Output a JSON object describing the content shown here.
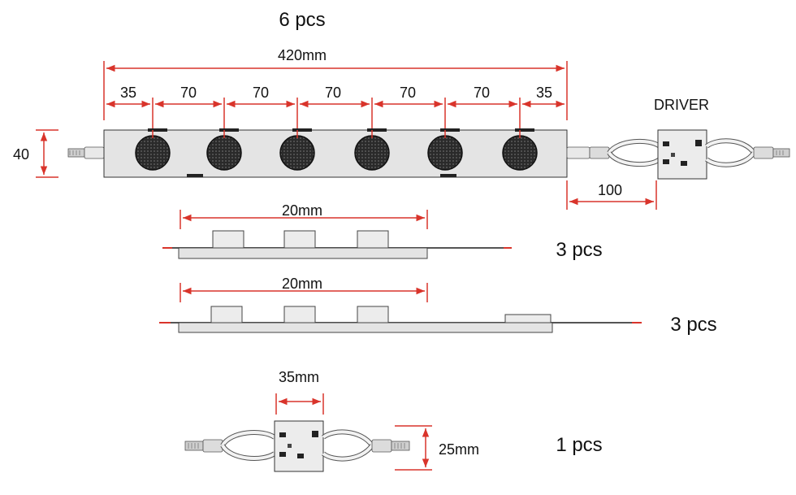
{
  "module_strip": {
    "quantity": "6 pcs",
    "total_length": "420mm",
    "segments": [
      "35",
      "70",
      "70",
      "70",
      "70",
      "70",
      "35"
    ],
    "height": "40",
    "driver_label": "DRIVER",
    "driver_offset": "100"
  },
  "side_view_a": {
    "length": "20mm",
    "quantity": "3 pcs"
  },
  "side_view_b": {
    "length": "20mm",
    "quantity": "3 pcs"
  },
  "driver_unit": {
    "width": "35mm",
    "height": "25mm",
    "quantity": "1 pcs"
  },
  "colors": {
    "dimension": "#d9342b",
    "outline": "#333333",
    "board": "#e4e4e4",
    "lens": "#262626"
  }
}
